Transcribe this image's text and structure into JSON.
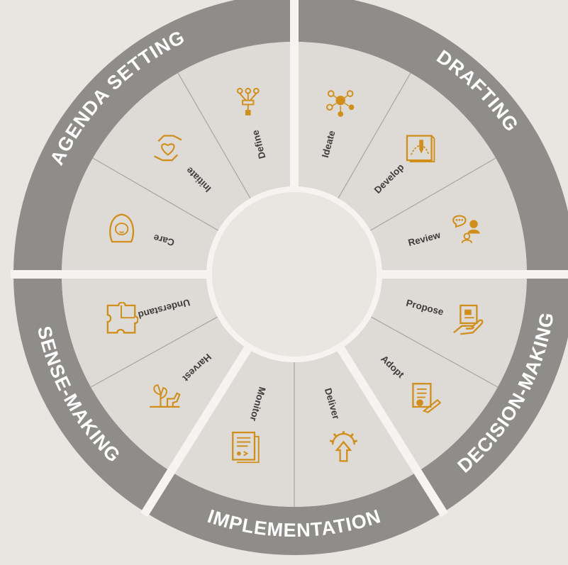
{
  "phases": [
    {
      "title": "AGENDA SETTING",
      "steps": [
        {
          "label": "Care",
          "icon": "care-head-icon"
        },
        {
          "label": "Initiate",
          "icon": "hands-heart-icon"
        },
        {
          "label": "Define",
          "icon": "funnel-network-icon"
        }
      ]
    },
    {
      "title": "DRAFTING",
      "steps": [
        {
          "label": "Ideate",
          "icon": "ideas-group-icon"
        },
        {
          "label": "Develop",
          "icon": "blueprint-pen-icon"
        },
        {
          "label": "Review",
          "icon": "chat-people-icon"
        }
      ]
    },
    {
      "title": "DECISION-MAKING",
      "steps": [
        {
          "label": "Propose",
          "icon": "hand-document-icon"
        },
        {
          "label": "Adopt",
          "icon": "signed-document-icon"
        }
      ]
    },
    {
      "title": "IMPLEMENTATION",
      "steps": [
        {
          "label": "Deliver",
          "icon": "gear-arrow-icon"
        },
        {
          "label": "Monitor",
          "icon": "checklist-icon"
        }
      ]
    },
    {
      "title": "SENSE-MAKING",
      "steps": [
        {
          "label": "Harvest",
          "icon": "plant-harvest-icon"
        },
        {
          "label": "Understand",
          "icon": "puzzle-icon"
        }
      ]
    }
  ],
  "colors": {
    "background": "#e9e5e0",
    "outer_ring": "#8f8d8a",
    "wedge_fill": "#dedbd6",
    "divider": "#f6f4f1",
    "spoke": "#a8a5a0",
    "icon": "#d08e1c",
    "step_text": "#3d3d3d",
    "phase_text": "#ffffff"
  }
}
